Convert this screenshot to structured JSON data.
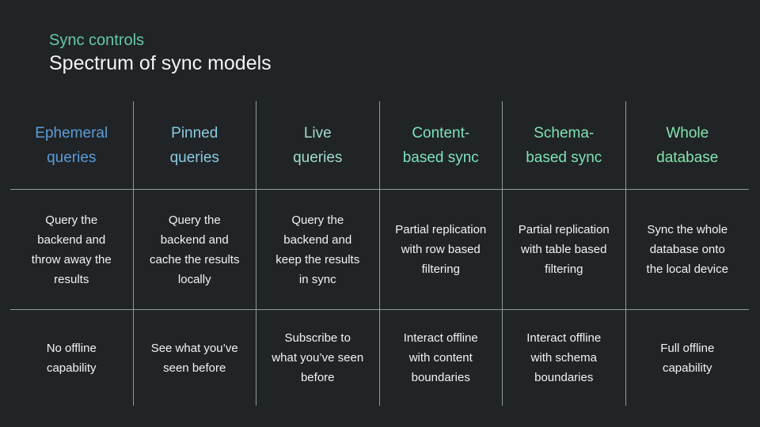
{
  "slide": {
    "eyebrow": "Sync controls",
    "title": "Spectrum of sync models"
  },
  "colors": {
    "background": "#212426",
    "eyebrow_text": "#64c8a4",
    "title_text": "#f2f3f3",
    "grid_line": "#8f9b97",
    "body_text": "#f2f2f2"
  },
  "table": {
    "columns": [
      {
        "header": "Ephemeral\nqueries",
        "header_color": "#5b9cd9",
        "description": "Query the\nbackend and\nthrow away the\nresults",
        "offline": "No offline\ncapability"
      },
      {
        "header": "Pinned\nqueries",
        "header_color": "#8acae2",
        "description": "Query the\nbackend and\ncache the results\nlocally",
        "offline": "See what you’ve\nseen before"
      },
      {
        "header": "Live\nqueries",
        "header_color": "#a0dcce",
        "description": "Query the\nbackend and\nkeep the results\nin sync",
        "offline": "Subscribe to\nwhat you’ve seen\nbefore"
      },
      {
        "header": "Content-\nbased sync",
        "header_color": "#7de2bd",
        "description": "Partial replication\nwith row based\nfiltering",
        "offline": "Interact offline\nwith content\nboundaries"
      },
      {
        "header": "Schema-\nbased sync",
        "header_color": "#7fe3b4",
        "description": "Partial replication\nwith table based\nfiltering",
        "offline": "Interact offline\nwith schema\nboundaries"
      },
      {
        "header": "Whole\ndatabase",
        "header_color": "#82e4ae",
        "description": "Sync the whole\ndatabase onto\nthe local device",
        "offline": "Full offline\ncapability"
      }
    ]
  }
}
